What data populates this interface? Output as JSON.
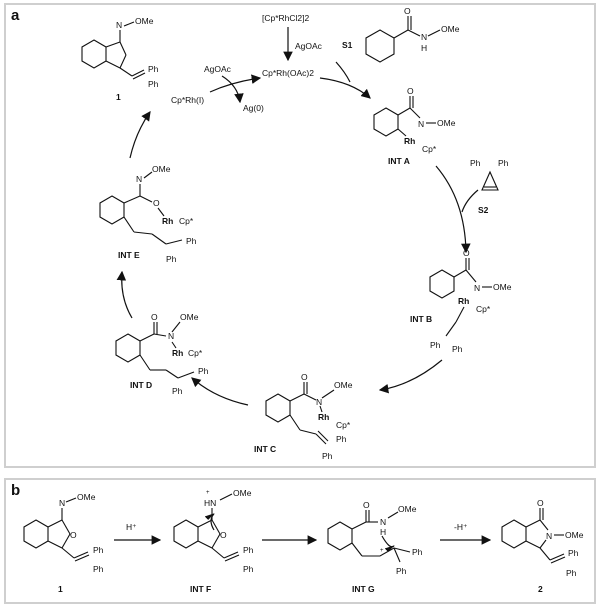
{
  "panels": {
    "a": "a",
    "b": "b"
  },
  "cycle": {
    "reagents": {
      "catalyst": "[Cp*RhCl2]2",
      "agoac": "AgOAc",
      "active": "Cp*Rh(OAc)2",
      "agoac_left": "AgOAc",
      "rh1": "Cp*Rh(I)",
      "ag0": "Ag(0)",
      "s1": "S1",
      "s2": "S2"
    },
    "product1": {
      "label": "1",
      "ome": "OMe",
      "n": "N",
      "ph1": "Ph",
      "ph2": "Ph"
    },
    "s1_mol": {
      "o": "O",
      "n": "N",
      "h": "H",
      "ome": "OMe"
    },
    "s2_mol": {
      "ph1": "Ph",
      "ph2": "Ph"
    },
    "intA": {
      "label": "INT A",
      "o": "O",
      "n": "N",
      "ome": "OMe",
      "rh": "Rh",
      "cp": "Cp*"
    },
    "intB": {
      "label": "INT B",
      "o": "O",
      "n": "N",
      "ome": "OMe",
      "rh": "Rh",
      "cp": "Cp*",
      "ph1": "Ph",
      "ph2": "Ph"
    },
    "intC": {
      "label": "INT C",
      "o": "O",
      "n": "N",
      "ome": "OMe",
      "rh": "Rh",
      "cp": "Cp*",
      "ph1": "Ph",
      "ph2": "Ph"
    },
    "intD": {
      "label": "INT D",
      "o": "O",
      "n": "N",
      "ome": "OMe",
      "rh": "Rh",
      "cp": "Cp*",
      "ph1": "Ph",
      "ph2": "Ph"
    },
    "intE": {
      "label": "INT E",
      "n": "N",
      "ome": "OMe",
      "o": "O",
      "rh": "Rh",
      "cp": "Cp*",
      "ph1": "Ph",
      "ph2": "Ph"
    }
  },
  "scheme_b": {
    "mol1": {
      "label": "1",
      "n": "N",
      "ome": "OMe",
      "o": "O",
      "ph1": "Ph",
      "ph2": "Ph"
    },
    "step1": "H⁺",
    "intF": {
      "label": "INT F",
      "hn": "HN",
      "plus": "+",
      "ome": "OMe",
      "o": "O",
      "ph1": "Ph",
      "ph2": "Ph"
    },
    "intG": {
      "label": "INT G",
      "o": "O",
      "n": "N",
      "h": "H",
      "ome": "OMe",
      "plus": "+",
      "ph1": "Ph",
      "ph2": "Ph"
    },
    "step3": "-H⁺",
    "mol2": {
      "label": "2",
      "o": "O",
      "n": "N",
      "ome": "OMe",
      "ph1": "Ph",
      "ph2": "Ph"
    }
  }
}
